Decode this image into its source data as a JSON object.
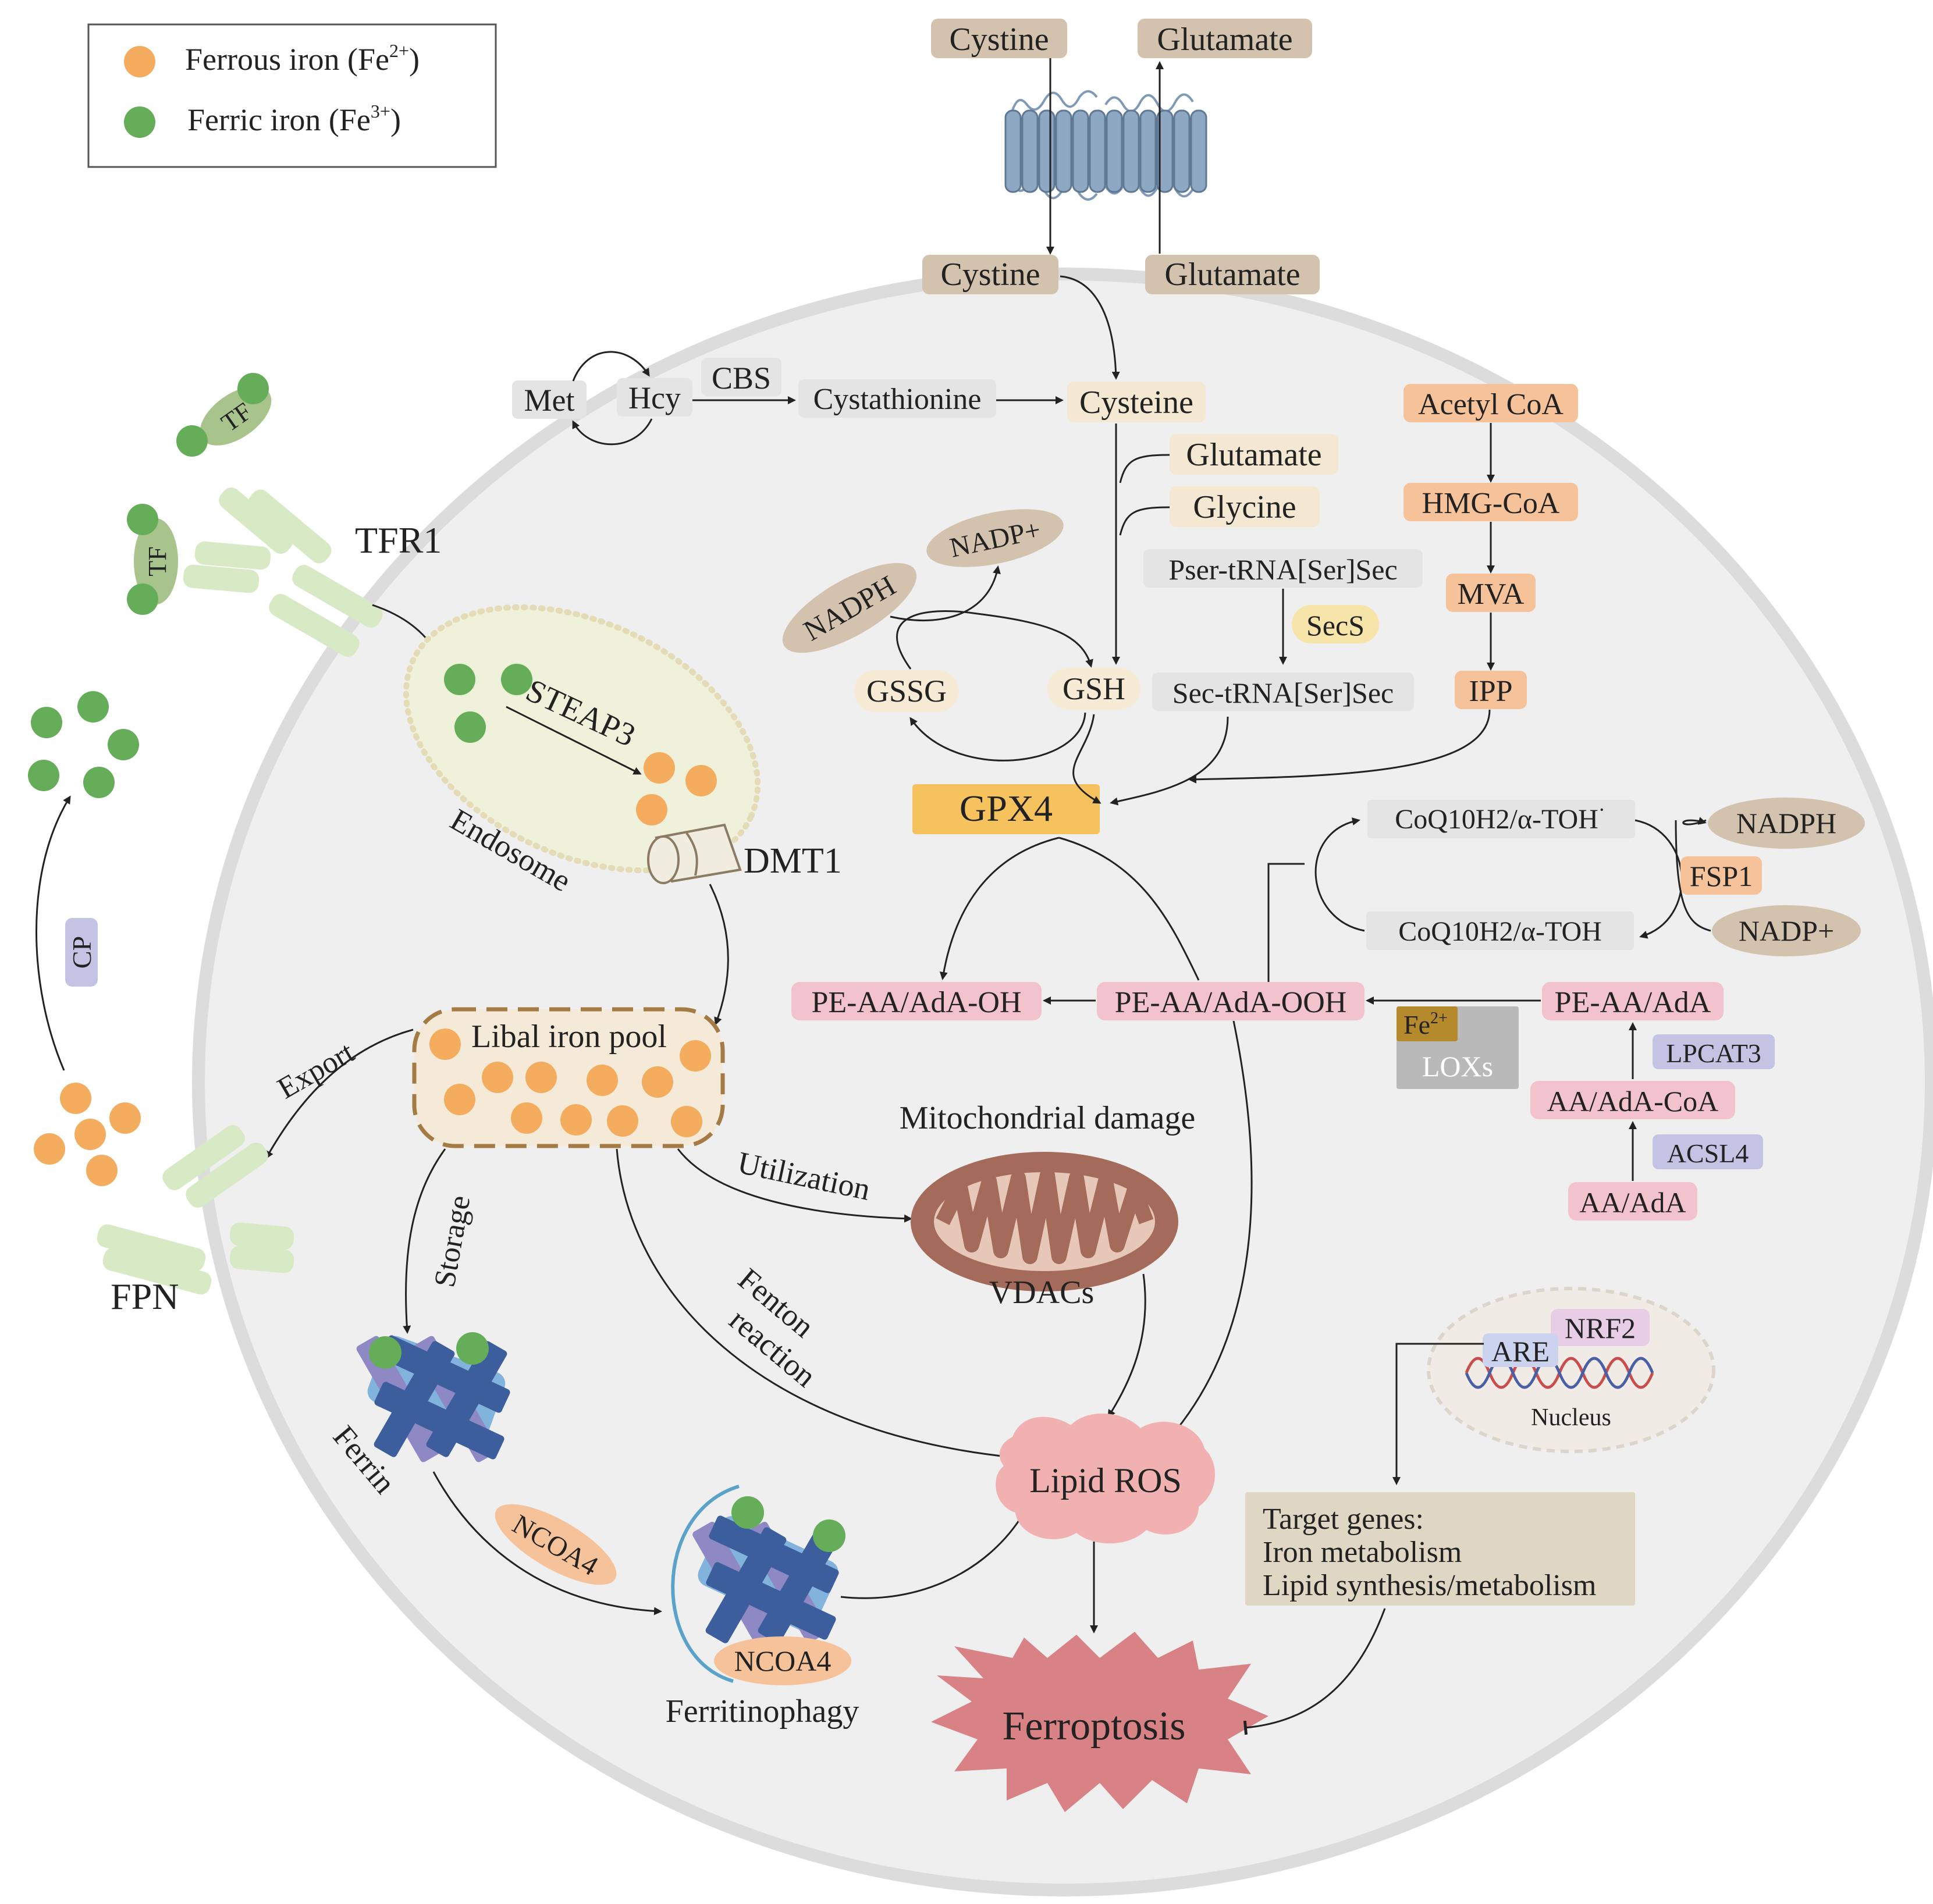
{
  "legend": {
    "ferrous": "Ferrous iron (Fe",
    "ferrous_sup": "2+",
    "ferric": "Ferric iron (Fe",
    "ferric_sup": "3+",
    "close_paren": ")"
  },
  "colors": {
    "ferrous": "#f4ac5f",
    "ferric": "#66ad5a",
    "cell": "#f0f0f0",
    "membrane": "#dddddd",
    "transporter": "#8ea7c2",
    "brown_chip": "#d3c3ae",
    "grey_chip": "#e4e4e4",
    "cream_chip": "#f4e8d2",
    "orange_chip": "#f6c29a",
    "pink_chip": "#f2c3cc",
    "lavender_chip": "#c4c3e4",
    "gpx4": "#f6c25e",
    "lipid_ros": "#f1b1b1",
    "ferroptosis": "#d98286",
    "mito": "#a46b5a"
  },
  "transport": {
    "cystine_out": "Cystine",
    "glutamate_out": "Glutamate",
    "cystine_in": "Cystine",
    "glutamate_in": "Glutamate"
  },
  "methionine_cycle": {
    "met": "Met",
    "hcy": "Hcy",
    "cbs": "CBS",
    "cystathionine": "Cystathionine",
    "cysteine": "Cysteine"
  },
  "gsh_synthesis": {
    "glutamate": "Glutamate",
    "glycine": "Glycine",
    "pser_trna": "Pser-tRNA[Ser]Sec",
    "secs": "SecS",
    "sec_trna": "Sec-tRNA[Ser]Sec",
    "nadph": "NADPH",
    "nadp": "NADP+",
    "gssg": "GSSG",
    "gsh": "GSH",
    "gpx4": "GPX4"
  },
  "mevalonate": {
    "acetyl_coa": "Acetyl CoA",
    "hmg_coa": "HMG-CoA",
    "mva": "MVA",
    "ipp": "IPP"
  },
  "fsp1_axis": {
    "coq_radical": "CoQ10H2/α-TOH",
    "coq_radical_dot": "·",
    "coq": "CoQ10H2/α-TOH",
    "nadph": "NADPH",
    "fsp1": "FSP1",
    "nadp": "NADP+"
  },
  "lipid": {
    "pe_oh": "PE-AA/AdA-OH",
    "pe_ooh": "PE-AA/AdA-OOH",
    "pe": "PE-AA/AdA",
    "fe": "Fe",
    "fe_sup": "2+",
    "loxs": "LOXs",
    "lpcat3": "LPCAT3",
    "aa_coa": "AA/AdA-CoA",
    "acsl4": "ACSL4",
    "aa": "AA/AdA"
  },
  "iron": {
    "tf1": "TF",
    "tf2": "TF",
    "tfr1": "TFR1",
    "steap3": "STEAP3",
    "endosome": "Endosome",
    "dmt1": "DMT1",
    "pool": "Libal iron pool",
    "cp": "CP",
    "export": "Export",
    "fpn": "FPN",
    "storage": "Storage",
    "utilization": "Utilization",
    "fenton1": "Fenton",
    "fenton2": "reaction",
    "ferrin": "Ferrin",
    "ncoa4": "NCOA4",
    "ncoa4_b": "NCOA4",
    "ferritinophagy": "Ferritinophagy"
  },
  "mito": {
    "title": "Mitochondrial damage",
    "vdacs": "VDACs"
  },
  "outcome": {
    "lipid_ros": "Lipid ROS",
    "ferroptosis": "Ferroptosis"
  },
  "nucleus": {
    "nrf2": "NRF2",
    "are": "ARE",
    "label": "Nucleus",
    "target1": "Target genes:",
    "target2": "Iron metabolism",
    "target3": "Lipid synthesis/metabolism"
  }
}
